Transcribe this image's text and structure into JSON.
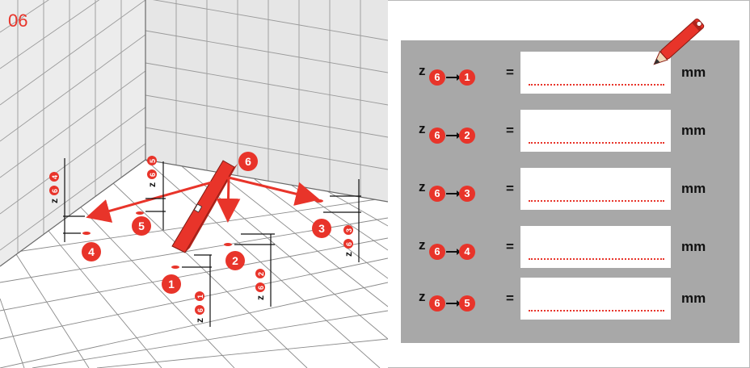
{
  "page": {
    "label": "06"
  },
  "markers": [
    "1",
    "2",
    "3",
    "4",
    "5",
    "6"
  ],
  "scene_labels": {
    "z61": "z 6 1",
    "z62": "z 6 2",
    "z63": "z 6 3",
    "z64": "z 6 4",
    "z65": "z 6 5"
  },
  "form": {
    "rows": [
      {
        "var": "z",
        "from": "6",
        "to": "1",
        "equals": "=",
        "value": "",
        "unit": "mm"
      },
      {
        "var": "z",
        "from": "6",
        "to": "2",
        "equals": "=",
        "value": "",
        "unit": "mm"
      },
      {
        "var": "z",
        "from": "6",
        "to": "3",
        "equals": "=",
        "value": "",
        "unit": "mm"
      },
      {
        "var": "z",
        "from": "6",
        "to": "4",
        "equals": "=",
        "value": "",
        "unit": "mm"
      },
      {
        "var": "z",
        "from": "6",
        "to": "5",
        "equals": "=",
        "value": "",
        "unit": "mm"
      }
    ]
  },
  "colors": {
    "accent": "#e8342a",
    "panel": "#a8a8a8",
    "grid": "#9a9a9a",
    "wall": "#e9e9e9"
  },
  "icons": [
    "pencil-icon",
    "spirit-level-icon"
  ]
}
